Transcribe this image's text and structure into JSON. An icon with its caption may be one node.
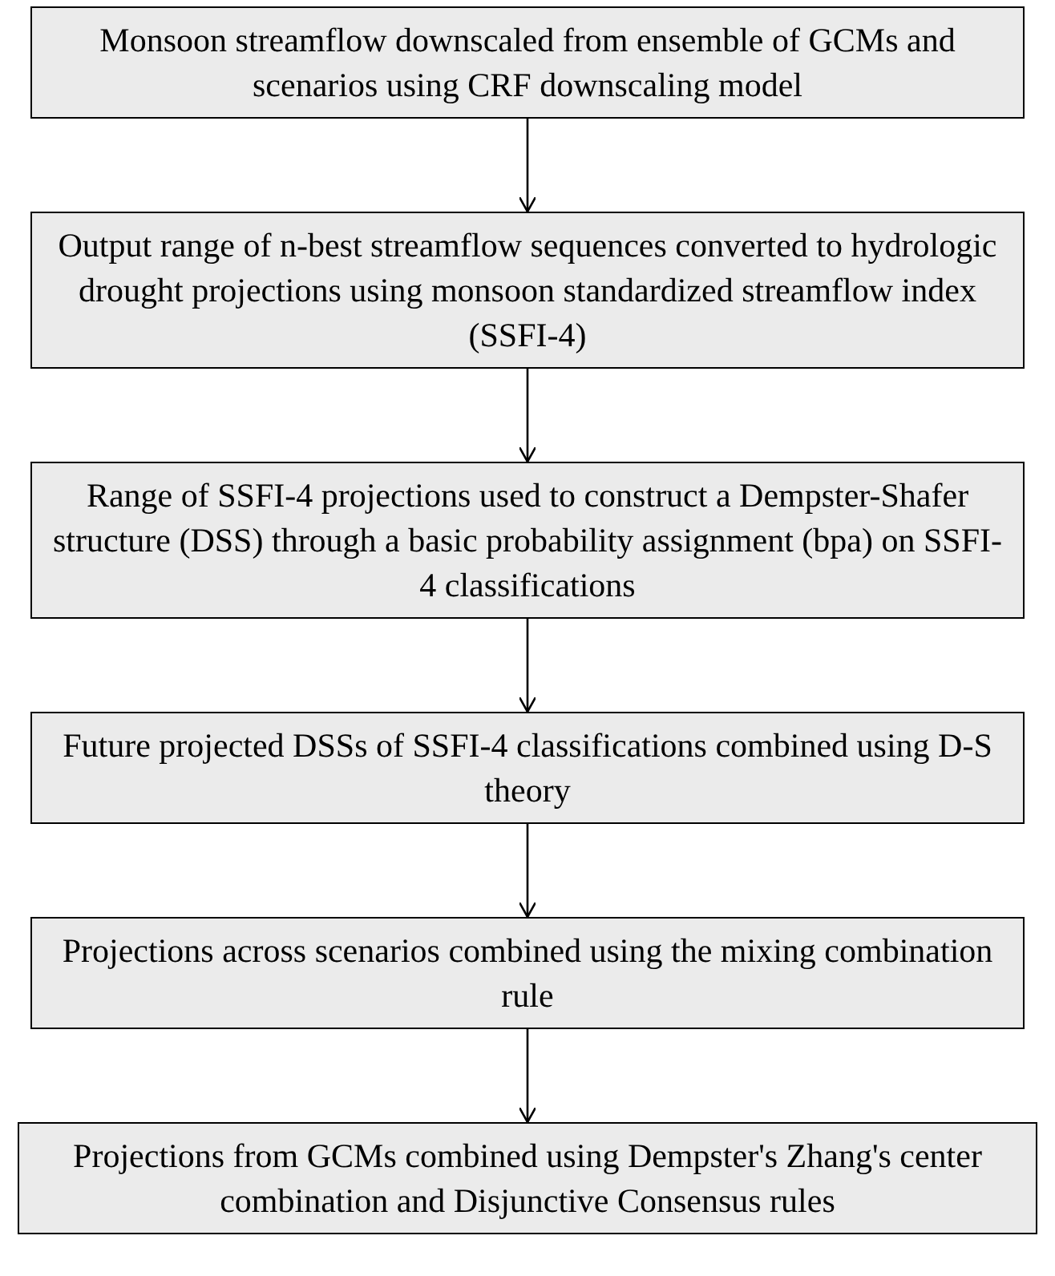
{
  "diagram": {
    "nodes": [
      {
        "text": [
          "Monsoon streamflow downscaled from ensemble of GCMs and scenarios using CRF downscaling model"
        ]
      },
      {
        "text": [
          "Output range of n-best streamflow sequences converted to hydrologic drought projections using monsoon standardized streamflow index (SSFI-4)"
        ]
      },
      {
        "text": [
          "Range of SSFI-4 projections used to construct a Dempster-Shafer structure (DSS) through a basic probability assignment (bpa) on SSFI-4 classifications"
        ]
      },
      {
        "text": [
          "Future projected DSSs of SSFI-4 classifications combined using D-S theory"
        ]
      },
      {
        "text": [
          "Projections across scenarios combined using the mixing combination rule"
        ]
      },
      {
        "text": [
          "Projections from GCMs combined using Dempster's Zhang's center combination and Disjunctive Consensus rules"
        ]
      }
    ],
    "edges": [
      {
        "from": 0,
        "to": 1,
        "arrow": "to"
      },
      {
        "from": 1,
        "to": 2,
        "arrow": "to"
      },
      {
        "from": 2,
        "to": 3,
        "arrow": "to"
      },
      {
        "from": 3,
        "to": 4,
        "arrow": "to"
      },
      {
        "from": 4,
        "to": 5,
        "arrow": "to"
      }
    ]
  }
}
